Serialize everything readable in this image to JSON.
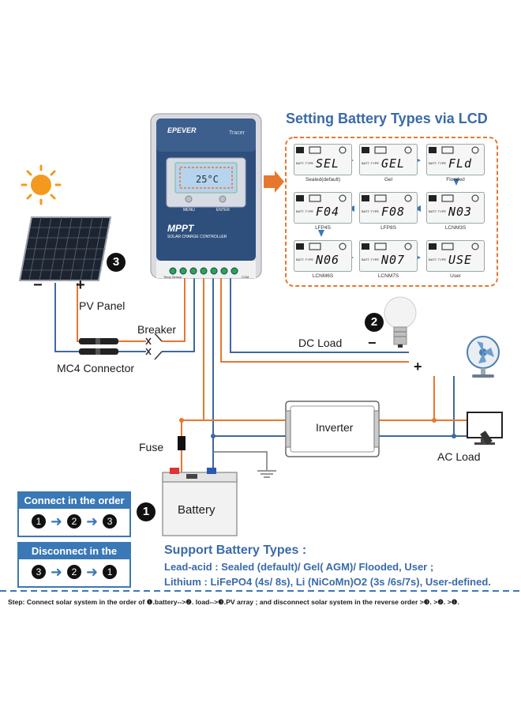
{
  "title": "Setting Battery Types via LCD",
  "controller": {
    "brand": "EPEVER",
    "model": "Tracer",
    "name": "MPPT",
    "subtitle": "SOLAR CHARGE CONTROLLER",
    "button_left": "MENU",
    "button_right": "ENTER",
    "lcd_reading": "25°C",
    "temp_label": "Temp Sensor",
    "com_label": "COM"
  },
  "lcd_panels": [
    {
      "code": "SEL",
      "caption": "Sealed(default)",
      "prefix": "BATT. TYPE"
    },
    {
      "code": "GEL",
      "caption": "Gel",
      "prefix": "BATT. TYPE"
    },
    {
      "code": "FLd",
      "caption": "Flooded",
      "prefix": "BATT. TYPE"
    },
    {
      "code": "N03",
      "caption": "LCNM3S",
      "prefix": "BATT. TYPE"
    },
    {
      "code": "F08",
      "caption": "LFP8S",
      "prefix": "BATT. TYPE"
    },
    {
      "code": "F04",
      "caption": "LFP4S",
      "prefix": "BATT. TYPE"
    },
    {
      "code": "N06",
      "caption": "LCNM6S",
      "prefix": "BATT. TYPE"
    },
    {
      "code": "N07",
      "caption": "LCNM7S",
      "prefix": "BATT. TYPE"
    },
    {
      "code": "USE",
      "caption": "User",
      "prefix": "BATT. TYPE"
    }
  ],
  "labels": {
    "pv_panel": "PV Panel",
    "breaker": "Breaker",
    "mc4": "MC4 Connector",
    "dc_load": "DC Load",
    "inverter": "Inverter",
    "ac_load": "AC Load",
    "fuse": "Fuse",
    "battery": "Battery",
    "plus": "+",
    "minus": "−"
  },
  "badges": {
    "pv": "3",
    "load": "2",
    "battery": "1"
  },
  "connect": {
    "title": "Connect  in the order",
    "seq": [
      "1",
      "2",
      "3"
    ]
  },
  "disconnect": {
    "title": "Disconnect  in the order",
    "seq": [
      "3",
      "2",
      "1"
    ]
  },
  "support": {
    "title": "Support Battery Types :",
    "line1": "Lead-acid : Sealed (default)/ Gel( AGM)/ Flooded, User ;",
    "line2": "Lithium : LiFePO4 (4s/ 8s), Li (NiCoMn)O2 (3s /6s/7s), User-defined."
  },
  "step_text": "Step: Connect solar system in the order of ❶.battery-->❷. load-->❸.PV array ; and disconnect solar system in the reverse order >❸. >❷. >❶.",
  "colors": {
    "orange": "#e8772e",
    "blue_wire": "#3f6a9a",
    "title_blue": "#3a6aa8",
    "controller_body": "#2e4f7c",
    "box_blue": "#3a78b6"
  }
}
